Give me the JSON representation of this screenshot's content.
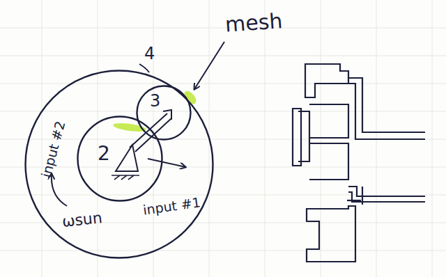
{
  "diagram": {
    "nodes": [
      {
        "text": [
          "4"
        ]
      },
      {
        "text": [
          "3"
        ],
        "in": 0
      },
      {
        "text": [
          "2"
        ],
        "in": 0
      }
    ],
    "labels": [
      "mesh",
      "input #2",
      "ωsun",
      "input #1"
    ]
  }
}
